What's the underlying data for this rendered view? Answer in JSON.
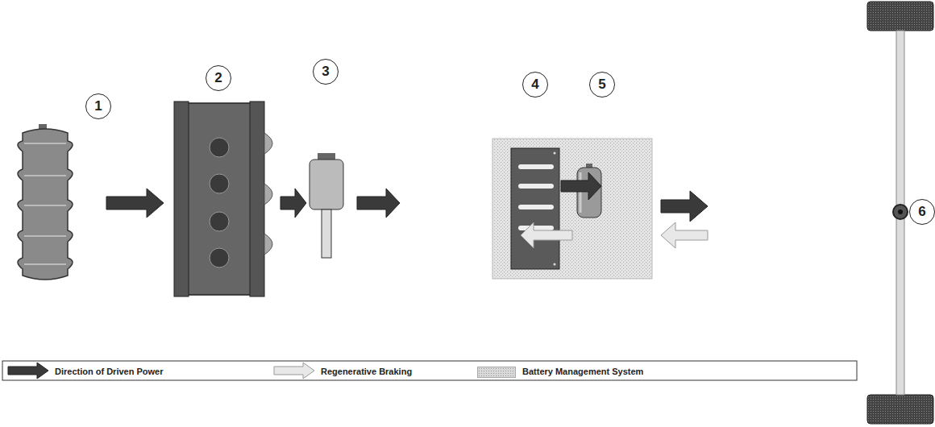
{
  "diagram": {
    "nodes": [
      {
        "text": [
          "1"
        ]
      },
      {
        "text": [
          "2"
        ]
      },
      {
        "text": [
          "3"
        ]
      },
      {
        "text": [
          "4"
        ]
      },
      {
        "text": [
          "5"
        ]
      },
      {
        "text": [
          "6"
        ]
      }
    ],
    "legend": [
      {
        "text": "Direction of Driven Power"
      },
      {
        "text": "Regenerative Braking"
      },
      {
        "text": "Battery Management System",
        "color": "#d9d9d9"
      }
    ]
  }
}
